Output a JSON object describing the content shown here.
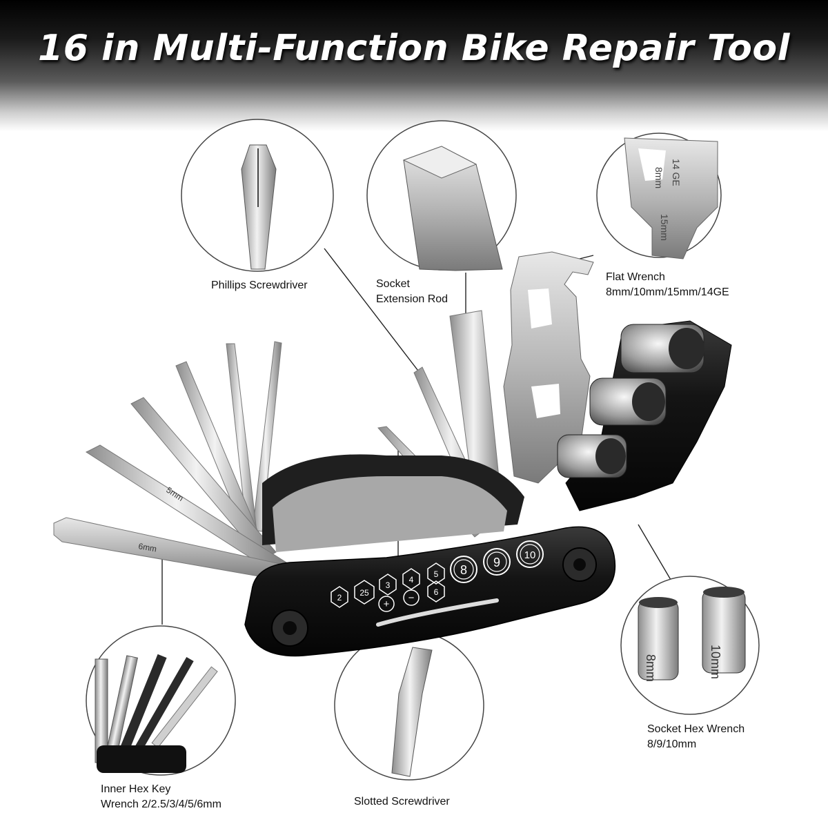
{
  "title": "16 in Multi-Function Bike Repair Tool",
  "labels": {
    "phillips": "Phillips Screwdriver",
    "socket_rod_1": "Socket",
    "socket_rod_2": "Extension Rod",
    "flat_wrench_1": "Flat Wrench",
    "flat_wrench_2": "8mm/10mm/15mm/14GE",
    "socket_hex_1": "Socket Hex Wrench",
    "socket_hex_2": "8/9/10mm",
    "hex_key_1": "Inner Hex Key",
    "hex_key_2": "Wrench 2/2.5/3/4/5/6mm",
    "slotted": "Slotted Screwdriver"
  },
  "body_marks": {
    "sizes_small": [
      "2",
      "25",
      "3",
      "4",
      "5",
      "6"
    ],
    "sizes_large": [
      "8",
      "9",
      "10"
    ],
    "plus": "+",
    "minus": "−"
  },
  "engravings": {
    "hex_6mm": "6mm",
    "hex_5mm": "5mm",
    "wrench_14ge": "14 GE",
    "wrench_8mm": "8mm",
    "wrench_15mm": "15mm",
    "socket_8mm": "8mm",
    "socket_10mm": "10mm"
  },
  "colors": {
    "header_dark": "#000000",
    "tool_body": "#141414",
    "steel": "#c4c4c4",
    "label_text": "#111111"
  }
}
